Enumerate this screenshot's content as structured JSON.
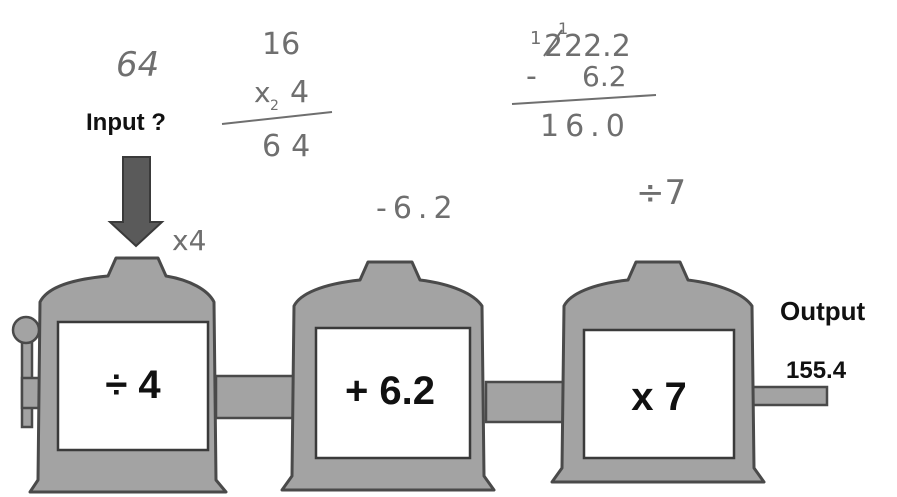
{
  "input_label": "Input ?",
  "output_label": "Output",
  "output_value": "155.4",
  "machines": [
    {
      "operation": "÷ 4",
      "inverse_note": "x4"
    },
    {
      "operation": "+ 6.2",
      "inverse_note": "-6.2"
    },
    {
      "operation": "x 7",
      "inverse_note": "÷7"
    }
  ],
  "handwriting": {
    "answer": "64",
    "multiplication": {
      "top": "16",
      "operator_line": "x",
      "multiplier": "4",
      "carry": "2",
      "result": "64"
    },
    "subtraction": {
      "top": "22.2",
      "struck_digit": "2",
      "borrow_digits": [
        "1",
        "1"
      ],
      "subtrahend": "6.2",
      "operator": "-",
      "result": "16.0"
    }
  },
  "colors": {
    "machine_body": "#a3a3a3",
    "machine_edge": "#4a4a4a",
    "window": "#ffffff",
    "arrow": "#5a5a5a",
    "pencil": "#6f6f6f"
  }
}
